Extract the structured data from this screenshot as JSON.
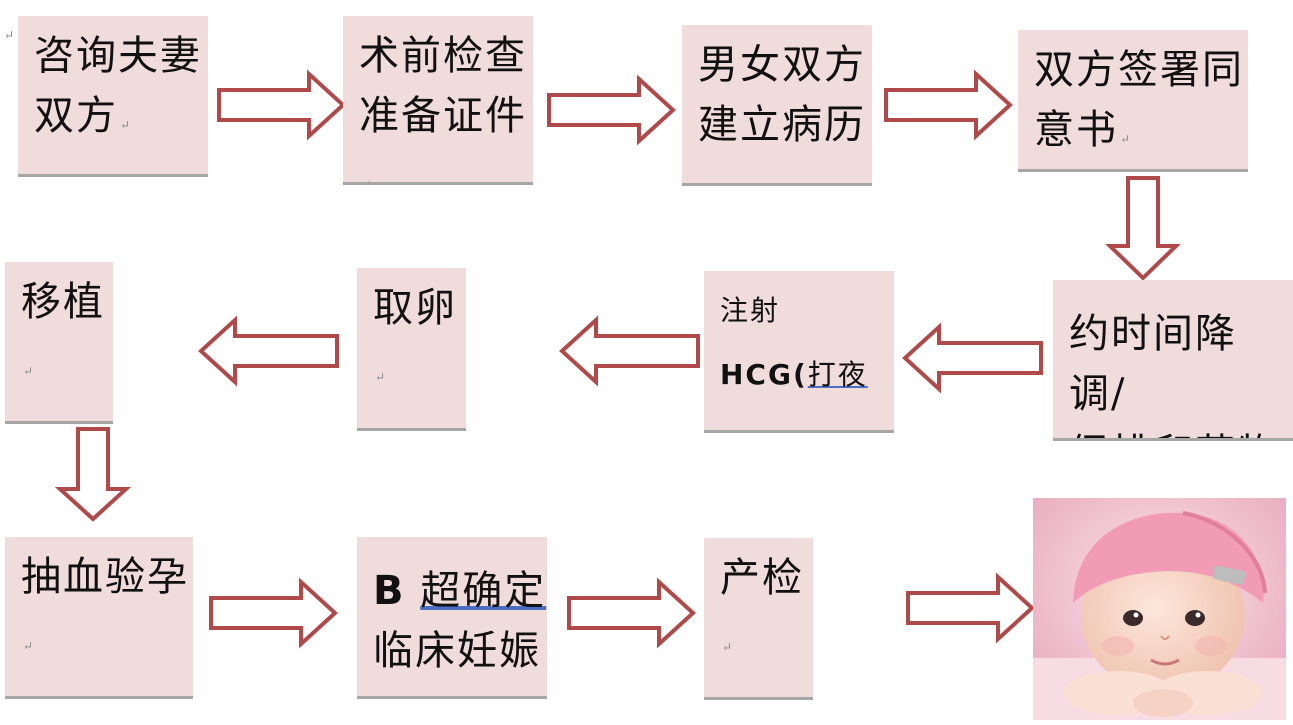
{
  "return_mark": "↵",
  "steps": {
    "s1": {
      "line1": "咨询夫妻",
      "line2": "双方"
    },
    "s2": {
      "line1": "术前检查",
      "line2": "准备证件"
    },
    "s3": {
      "line1": "男女双方",
      "line2": "建立病历"
    },
    "s4": {
      "line1": "双方签署同",
      "line2": "意书"
    },
    "s5": {
      "line1": "约时间降调/",
      "line2": "促排卵药物"
    },
    "s6": {
      "line1": "注射",
      "line2_a": "HCG(",
      "line2_b": "打夜"
    },
    "s7": {
      "line1": "取卵"
    },
    "s8": {
      "line1": "移植"
    },
    "s9": {
      "line1": "抽血验孕"
    },
    "s10": {
      "line1_a": "B",
      "line1_b": "超确定",
      "line2": "临床妊娠"
    },
    "s11": {
      "line1": "产检"
    }
  },
  "colors": {
    "box_fill": "#f1dcdc",
    "arrow_stroke": "#b04a4a",
    "box_shadow_line": "#a6a6a6"
  }
}
